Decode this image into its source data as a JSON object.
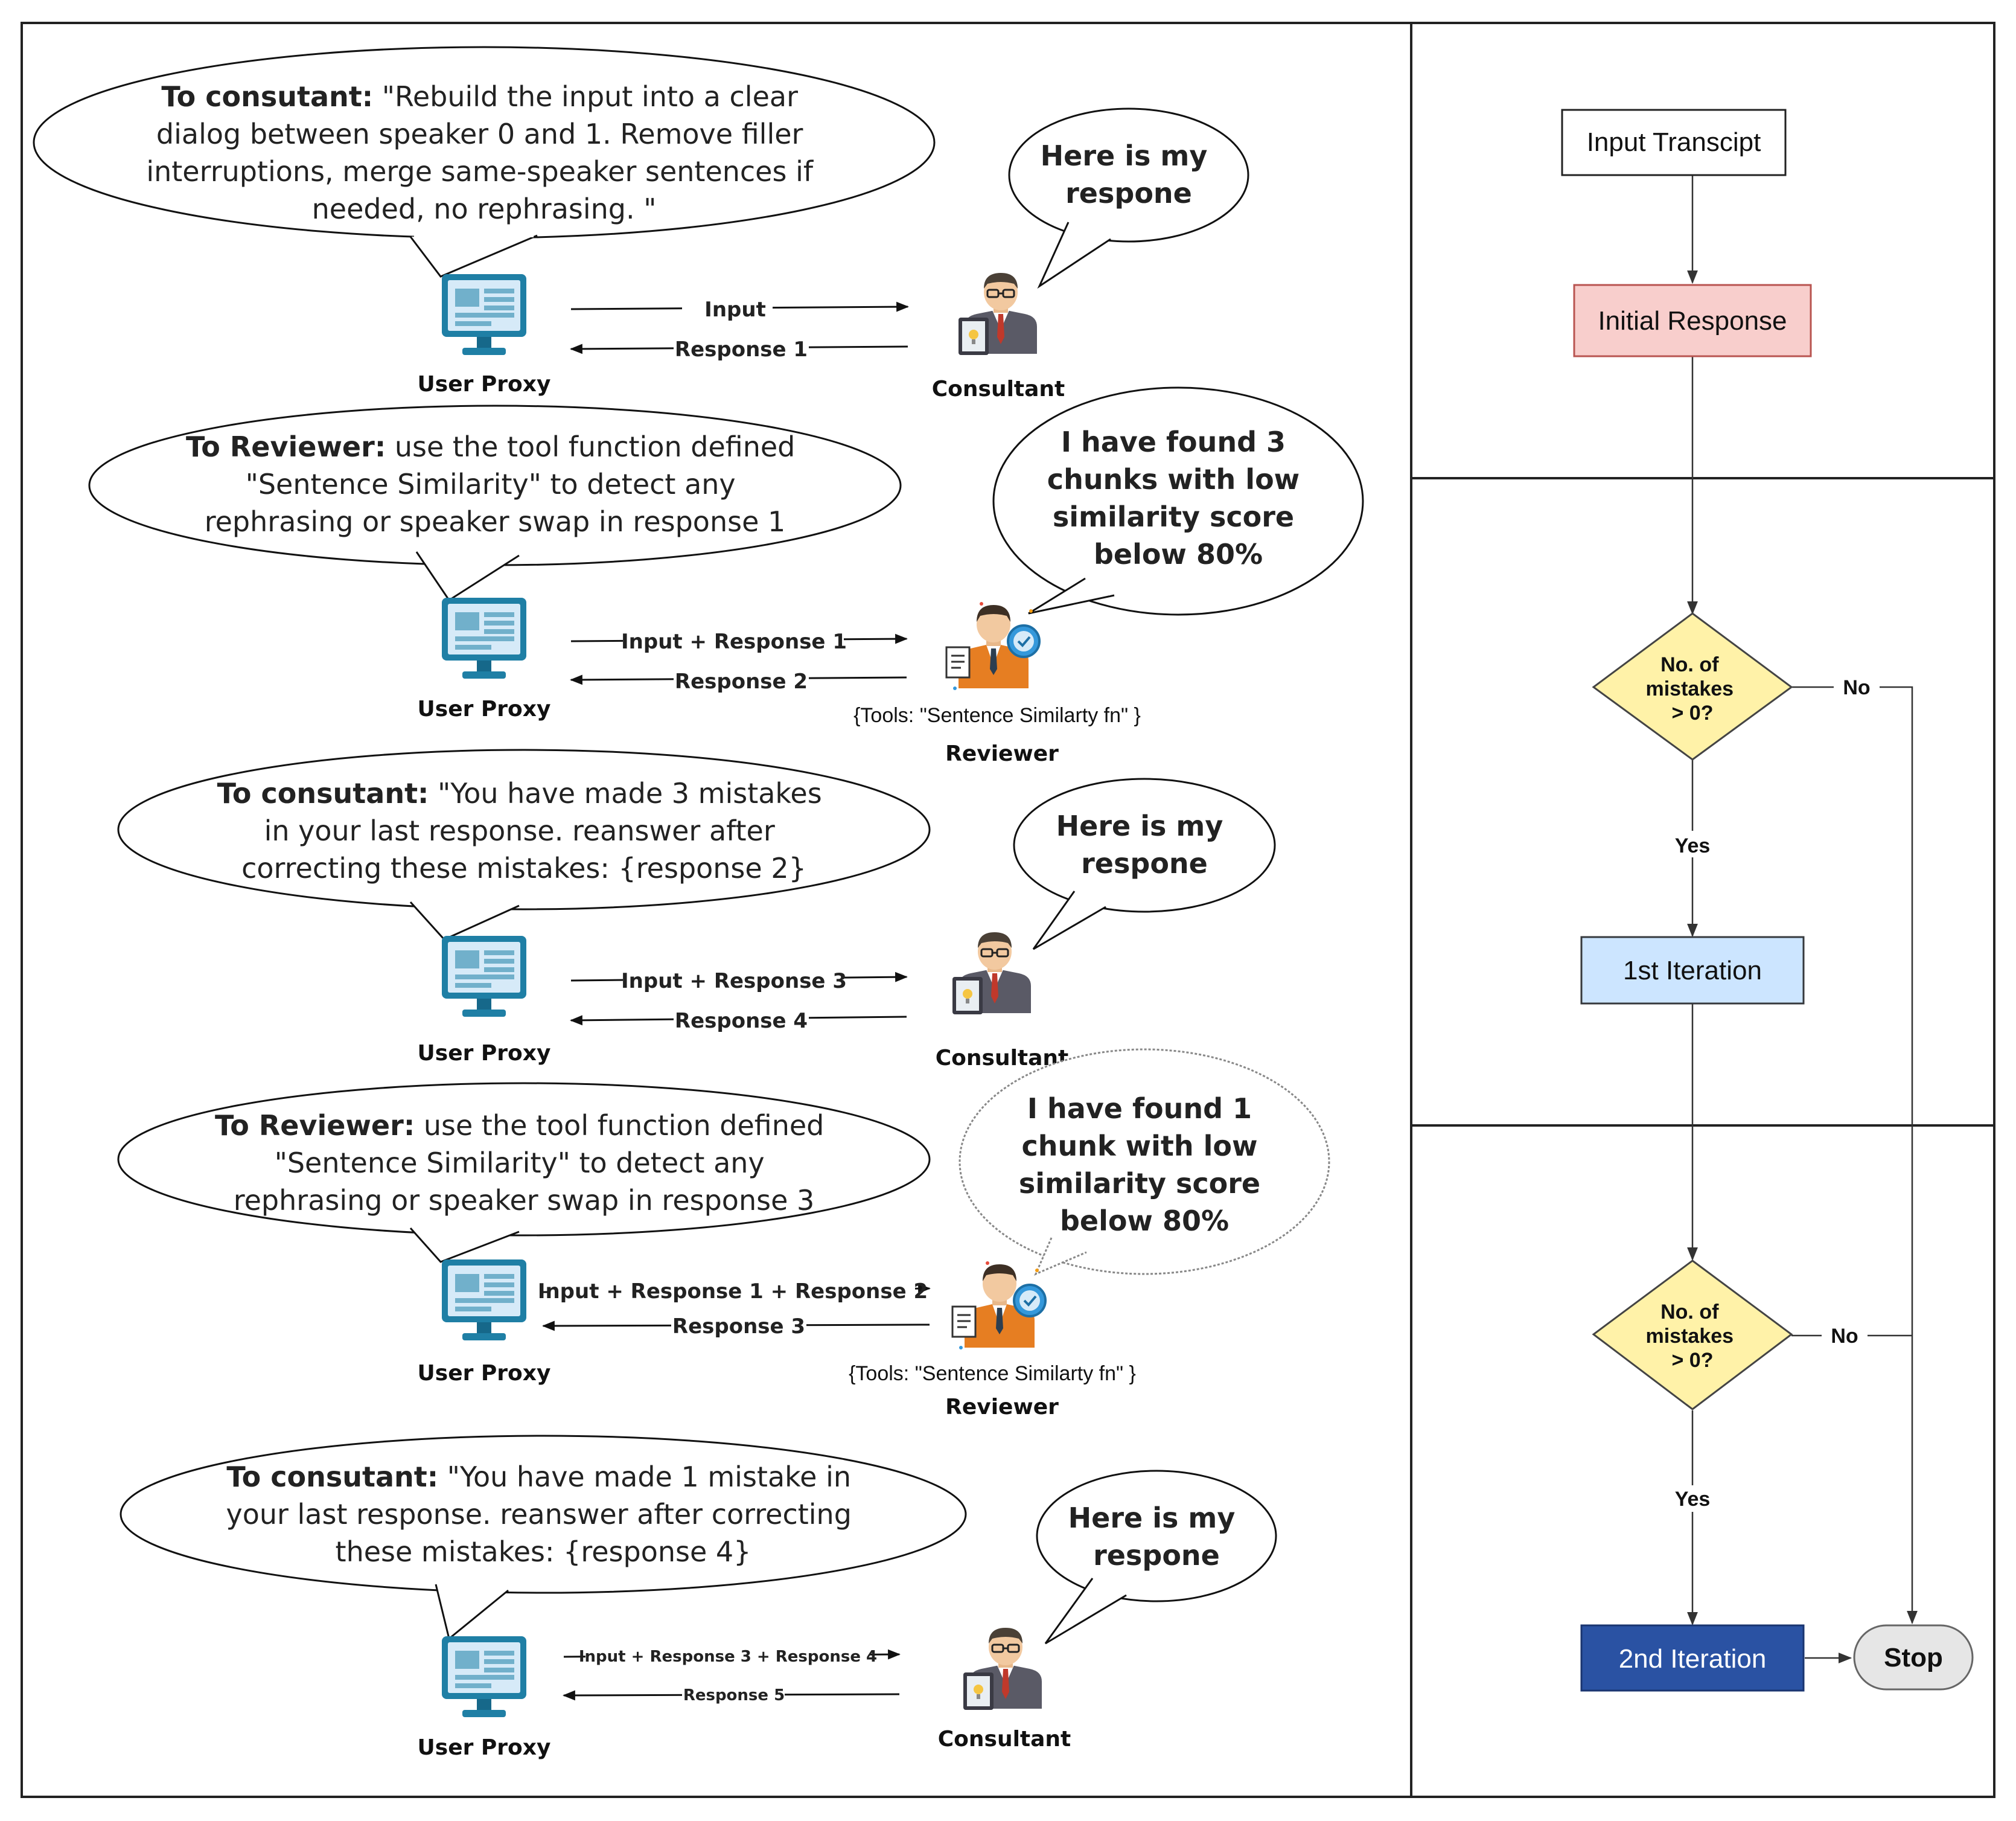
{
  "roles": {
    "user_proxy": "User Proxy",
    "consultant": "Consultant",
    "reviewer": "Reviewer"
  },
  "tools_note": "{Tools: \"Sentence Similarty fn\" }",
  "steps": [
    {
      "prompt_bold": "To consutant:",
      "prompt_lines": [
        "\"Rebuild the input into a clear",
        "dialog between speaker 0 and 1. Remove filler",
        "interruptions, merge same-speaker sentences if",
        "needed, no rephrasing. \""
      ],
      "reply_lines": [
        "Here is my",
        "respone"
      ],
      "arrow_out": "Input",
      "arrow_back": "Response 1"
    },
    {
      "prompt_bold": "To Reviewer:",
      "prompt_lines": [
        "use the tool function defined",
        "\"Sentence Similarity\" to detect any",
        "rephrasing or speaker swap in response 1"
      ],
      "reply_lines": [
        "I have found 3",
        "chunks with low",
        "similarity score",
        "below 80%"
      ],
      "arrow_out": "Input  + Response 1",
      "arrow_back": "Response 2"
    },
    {
      "prompt_bold": "To consutant:",
      "prompt_lines": [
        "\"You have made 3 mistakes",
        "in your last response. reanswer after",
        "correcting these mistakes: {response 2}"
      ],
      "reply_lines": [
        "Here is my",
        "respone"
      ],
      "arrow_out": "Input  + Response 3",
      "arrow_back": "Response 4"
    },
    {
      "prompt_bold": "To Reviewer:",
      "prompt_lines": [
        "use the tool function defined",
        "\"Sentence Similarity\" to detect any",
        "rephrasing or speaker swap in response 3"
      ],
      "reply_lines": [
        "I have found 1",
        "chunk with low",
        "similarity score",
        "below 80%"
      ],
      "arrow_out": "Input + Response 1 + Response 2",
      "arrow_back": "Response 3"
    },
    {
      "prompt_bold": "To consutant:",
      "prompt_lines": [
        "\"You have made 1 mistake in",
        "your last response. reanswer after correcting",
        "these mistakes: {response 4}"
      ],
      "reply_lines": [
        "Here is my",
        "respone"
      ],
      "arrow_out": "Input  + Response 3 + Response 4",
      "arrow_back": "Response 5"
    }
  ],
  "flowchart": {
    "input": "Input Transcipt",
    "initial": "Initial Response",
    "decision_lines": [
      "No. of",
      "mistakes",
      "> 0?"
    ],
    "yes": "Yes",
    "no": "No",
    "iter1": "1st Iteration",
    "iter2": "2nd Iteration",
    "stop": "Stop"
  },
  "colors": {
    "initial_fill": "#f8cecc",
    "iter1_fill": "#cce5ff",
    "iter2_fill": "#2a52a3",
    "decision_fill": "#fff2a8",
    "stop_fill": "#e6e6e6",
    "monitor": "#1f7fa5",
    "screen": "#d6eaf8"
  }
}
